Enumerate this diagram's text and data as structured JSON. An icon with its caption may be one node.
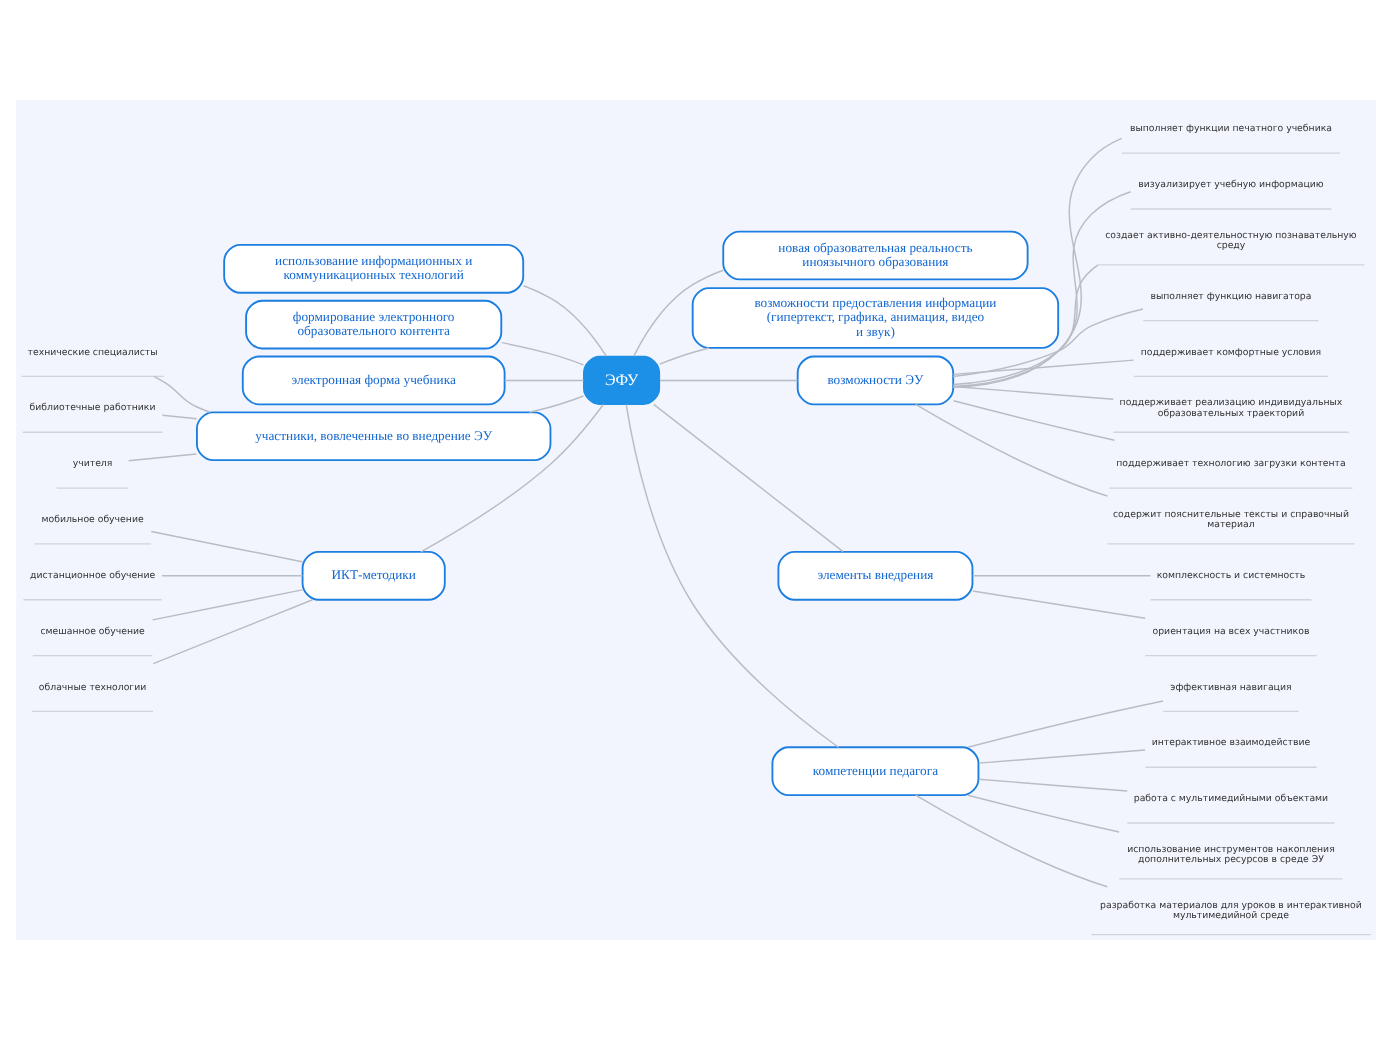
{
  "diagram": {
    "nodes": [
      {
        "text": [
          "ЭФУ"
        ]
      },
      {
        "text": [
          "использование информационных и коммуникационных технологий"
        ]
      },
      {
        "text": [
          "формирование электронного образовательного контента"
        ]
      },
      {
        "text": [
          "электронная форма учебника"
        ]
      },
      {
        "text": [
          "участники, вовлеченные во внедрение ЭУ"
        ]
      },
      {
        "text": [
          "технические специалисты"
        ]
      },
      {
        "text": [
          "библиотечные работники"
        ]
      },
      {
        "text": [
          "учителя"
        ]
      },
      {
        "text": [
          "ИКТ-методики"
        ]
      },
      {
        "text": [
          "мобильное обучение"
        ]
      },
      {
        "text": [
          "дистанционное обучение"
        ]
      },
      {
        "text": [
          "смешанное обучение"
        ]
      },
      {
        "text": [
          "облачные технологии"
        ]
      },
      {
        "text": [
          "новая образовательная реальность иноязычного образования"
        ]
      },
      {
        "text": [
          "возможности предоставления информации (гипертекст, графика, анимация, видео и звук)"
        ]
      },
      {
        "text": [
          "возможности ЭУ"
        ]
      },
      {
        "text": [
          "выполняет функции печатного учебника"
        ]
      },
      {
        "text": [
          "визуализирует учебную информацию"
        ]
      },
      {
        "text": [
          "создает активно-деятельностную познавательную среду"
        ]
      },
      {
        "text": [
          "выполняет функцию навигатора"
        ]
      },
      {
        "text": [
          "поддерживает комфортные условия"
        ]
      },
      {
        "text": [
          "поддерживает реализацию индивидуальных образовательных траекторий"
        ]
      },
      {
        "text": [
          "поддерживает технологию загрузки контента"
        ]
      },
      {
        "text": [
          "содержит пояснительные тексты и справочный материал"
        ]
      },
      {
        "text": [
          "элементы внедрения"
        ]
      },
      {
        "text": [
          "комплексность и системность"
        ]
      },
      {
        "text": [
          "ориентация на всех участников"
        ]
      },
      {
        "text": [
          "компетенции педагога"
        ]
      },
      {
        "text": [
          "эффективная навигация"
        ]
      },
      {
        "text": [
          "интерактивное взаимодействие"
        ]
      },
      {
        "text": [
          "работа с мультимедийными объектами"
        ]
      },
      {
        "text": [
          "использование инструментов накопления дополнительных ресурсов в среде ЭУ"
        ]
      },
      {
        "text": [
          "разработка материалов для уроков в интерактивной мультимедийной среде"
        ]
      }
    ],
    "edges": [
      {
        "from": 1,
        "to": 0,
        "arrow": "none"
      },
      {
        "from": 2,
        "to": 0,
        "arrow": "none"
      },
      {
        "from": 3,
        "to": 0,
        "arrow": "none"
      },
      {
        "from": 4,
        "to": 0,
        "arrow": "none"
      },
      {
        "from": 5,
        "to": 4,
        "arrow": "none"
      },
      {
        "from": 6,
        "to": 4,
        "arrow": "none"
      },
      {
        "from": 7,
        "to": 4,
        "arrow": "none"
      },
      {
        "from": 8,
        "to": 0,
        "arrow": "none"
      },
      {
        "from": 9,
        "to": 8,
        "arrow": "none"
      },
      {
        "from": 10,
        "to": 8,
        "arrow": "none"
      },
      {
        "from": 11,
        "to": 8,
        "arrow": "none"
      },
      {
        "from": 12,
        "to": 8,
        "arrow": "none"
      },
      {
        "from": 0,
        "to": 13,
        "arrow": "none"
      },
      {
        "from": 0,
        "to": 14,
        "arrow": "none"
      },
      {
        "from": 0,
        "to": 15,
        "arrow": "none"
      },
      {
        "from": 15,
        "to": 16,
        "arrow": "none"
      },
      {
        "from": 15,
        "to": 17,
        "arrow": "none"
      },
      {
        "from": 15,
        "to": 18,
        "arrow": "none"
      },
      {
        "from": 15,
        "to": 19,
        "arrow": "none"
      },
      {
        "from": 15,
        "to": 20,
        "arrow": "none"
      },
      {
        "from": 15,
        "to": 21,
        "arrow": "none"
      },
      {
        "from": 15,
        "to": 22,
        "arrow": "none"
      },
      {
        "from": 15,
        "to": 23,
        "arrow": "none"
      },
      {
        "from": 0,
        "to": 24,
        "arrow": "none"
      },
      {
        "from": 24,
        "to": 25,
        "arrow": "none"
      },
      {
        "from": 24,
        "to": 26,
        "arrow": "none"
      },
      {
        "from": 0,
        "to": 27,
        "arrow": "none"
      },
      {
        "from": 27,
        "to": 28,
        "arrow": "none"
      },
      {
        "from": 27,
        "to": 29,
        "arrow": "none"
      },
      {
        "from": 27,
        "to": 30,
        "arrow": "none"
      },
      {
        "from": 27,
        "to": 31,
        "arrow": "none"
      },
      {
        "from": 27,
        "to": 32,
        "arrow": "none"
      }
    ]
  }
}
